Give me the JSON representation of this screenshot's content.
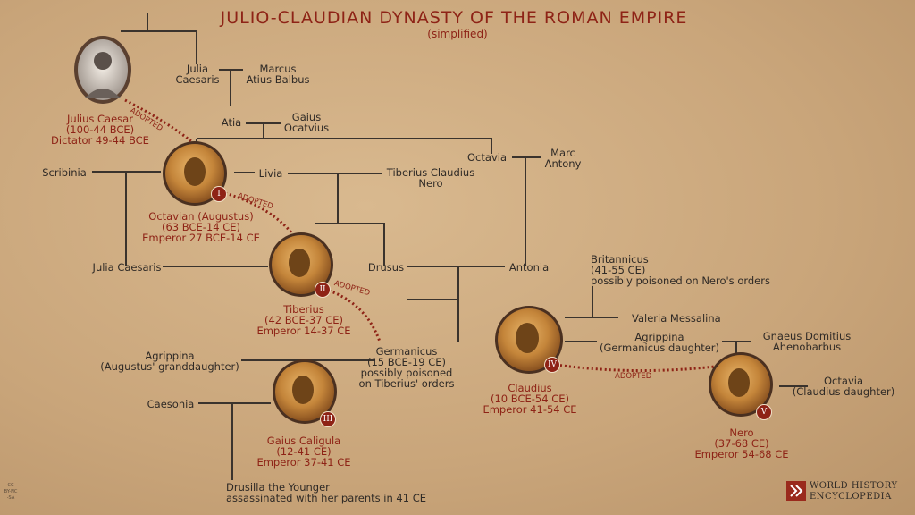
{
  "title": "JULIO-CLAUDIAN DYNASTY OF THE ROMAN EMPIRE",
  "subtitle": "(simplified)",
  "adopted_label": "ADOPTED",
  "persons": {
    "julius_caesar": [
      "Julius Caesar",
      "(100-44 BCE)",
      "Dictator 49-44 BCE"
    ],
    "julia_caesaris_top": [
      "Julia",
      "Caesaris"
    ],
    "marcus_atius_balbus": [
      "Marcus",
      "Atius Balbus"
    ],
    "atia": "Atia",
    "gaius_octavius": [
      "Gaius",
      "Ocatvius"
    ],
    "octavia_top": "Octavia",
    "marc_antony": [
      "Marc",
      "Antony"
    ],
    "scribinia": "Scribinia",
    "livia": "Livia",
    "tiberius_claudius_nero": [
      "Tiberius Claudius",
      "Nero"
    ],
    "octavian": [
      "Octavian (Augustus)",
      "(63 BCE-14 CE)",
      "Emperor 27 BCE-14 CE"
    ],
    "julia_caesaris": "Julia Caesaris",
    "drusus": "Drusus",
    "antonia": "Antonia",
    "tiberius": [
      "Tiberius",
      "(42 BCE-37 CE)",
      "Emperor 14-37 CE"
    ],
    "britannicus": [
      "Britannicus",
      "(41-55 CE)",
      "possibly poisoned on Nero's orders"
    ],
    "valeria_messalina": "Valeria Messalina",
    "agrippina_younger": [
      "Agrippina",
      "(Germanicus daughter)"
    ],
    "gnaeus": [
      "Gnaeus Domitius",
      "Ahenobarbus"
    ],
    "agrippina_elder": [
      "Agrippina",
      "(Augustus' granddaughter)"
    ],
    "germanicus": [
      "Germanicus",
      "(15 BCE-19 CE)",
      "possibly poisoned",
      "on Tiberius' orders"
    ],
    "claudius": [
      "Claudius",
      "(10 BCE-54 CE)",
      "Emperor 41-54 CE"
    ],
    "octavia_claudius": [
      "Octavia",
      "(Claudius daughter)"
    ],
    "caesonia": "Caesonia",
    "caligula": [
      "Gaius Caligula",
      "(12-41 CE)",
      "Emperor 37-41 CE"
    ],
    "nero": [
      "Nero",
      "(37-68 CE)",
      "Emperor 54-68 CE"
    ],
    "drusilla": [
      "Drusilla the Younger",
      "assassinated with her parents in 41 CE"
    ]
  },
  "numerals": [
    "I",
    "II",
    "III",
    "IV",
    "V"
  ],
  "logo": [
    "WORLD HISTORY",
    "ENCYCLOPEDIA"
  ],
  "license_lines": [
    "CC",
    "BY-NC",
    "-SA"
  ],
  "colors": {
    "accent": "#8e2316",
    "line": "#3a332d",
    "coin": "#c98a3e",
    "paper": "#c9a57a"
  }
}
